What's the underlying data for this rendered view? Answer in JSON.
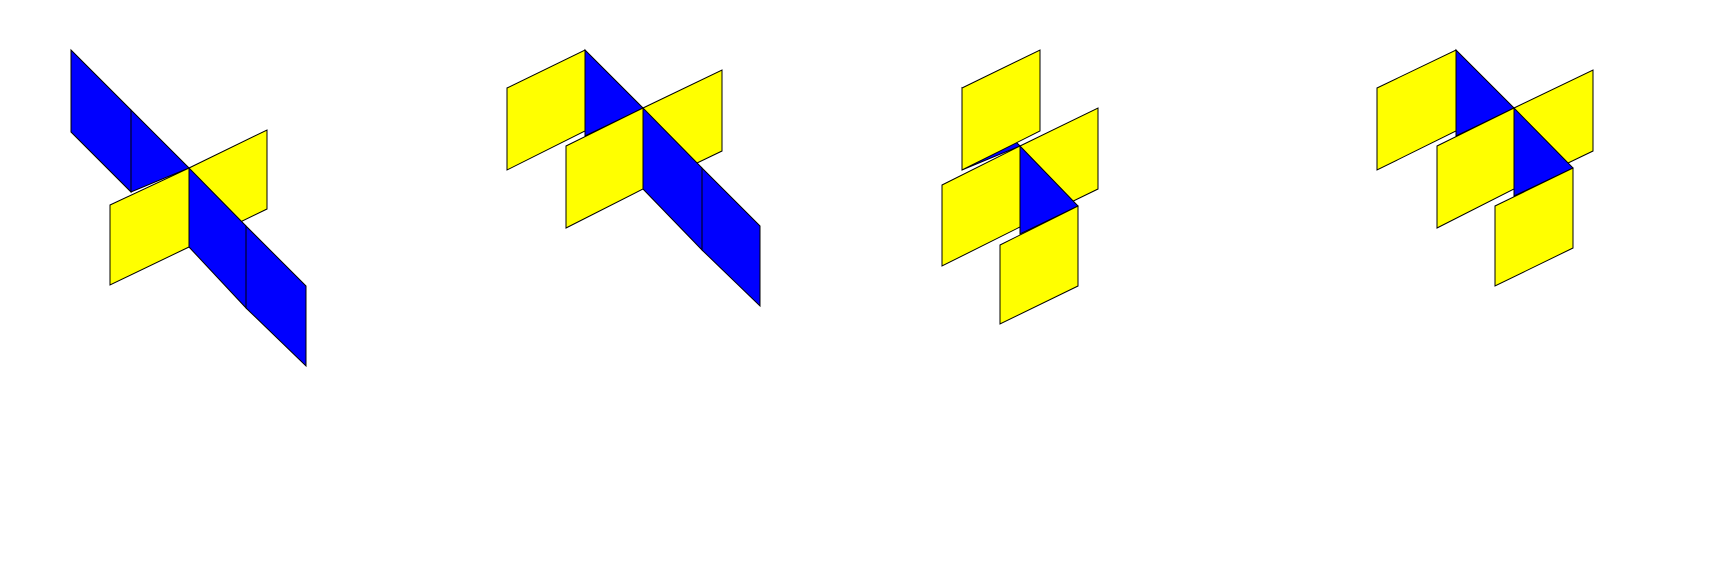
{
  "colors": {
    "background": "#ffffff",
    "face_yellow": "#ffff00",
    "face_blue": "#0000ff",
    "edge": "#000000"
  },
  "figures": [
    {
      "name": "figure-1",
      "faces": [
        {
          "name": "face-1a",
          "color": "blue"
        },
        {
          "name": "face-1b",
          "color": "blue"
        },
        {
          "name": "face-1c",
          "color": "yellow"
        },
        {
          "name": "face-1d",
          "color": "yellow"
        },
        {
          "name": "face-1e",
          "color": "blue"
        },
        {
          "name": "face-1f",
          "color": "blue"
        }
      ]
    },
    {
      "name": "figure-2",
      "faces": [
        {
          "name": "face-2a",
          "color": "blue"
        },
        {
          "name": "face-2b",
          "color": "yellow"
        },
        {
          "name": "face-2c",
          "color": "yellow"
        },
        {
          "name": "face-2d",
          "color": "yellow"
        },
        {
          "name": "face-2e",
          "color": "blue"
        },
        {
          "name": "face-2f",
          "color": "blue"
        }
      ]
    },
    {
      "name": "figure-3",
      "faces": [
        {
          "name": "face-3a",
          "color": "blue"
        },
        {
          "name": "face-3b",
          "color": "yellow"
        },
        {
          "name": "face-3c",
          "color": "yellow"
        },
        {
          "name": "face-3d",
          "color": "blue"
        },
        {
          "name": "face-3e",
          "color": "yellow"
        },
        {
          "name": "face-3f",
          "color": "yellow"
        }
      ]
    },
    {
      "name": "figure-4",
      "faces": [
        {
          "name": "face-4a",
          "color": "blue"
        },
        {
          "name": "face-4b",
          "color": "yellow"
        },
        {
          "name": "face-4c",
          "color": "yellow"
        },
        {
          "name": "face-4d",
          "color": "blue"
        },
        {
          "name": "face-4e",
          "color": "yellow"
        },
        {
          "name": "face-4f",
          "color": "yellow"
        }
      ]
    }
  ]
}
